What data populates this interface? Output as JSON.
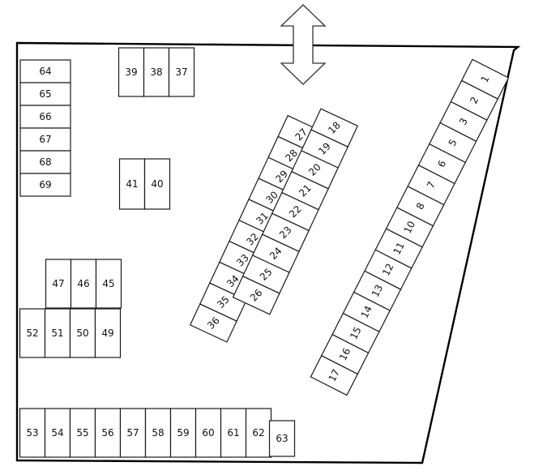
{
  "stalls": {
    "s1": "1",
    "s2": "2",
    "s3": "3",
    "s5": "5",
    "s6": "6",
    "s7": "7",
    "s8": "8",
    "s10": "10",
    "s11": "11",
    "s12": "12",
    "s13": "13",
    "s14": "14",
    "s15": "15",
    "s16": "16",
    "s17": "17",
    "s18": "18",
    "s19": "19",
    "s20": "20",
    "s21": "21",
    "s22": "22",
    "s23": "23",
    "s24": "24",
    "s25": "25",
    "s26": "26",
    "s27": "27",
    "s28": "28",
    "s29": "29",
    "s30": "30",
    "s31": "31",
    "s32": "32",
    "s33": "33",
    "s34": "34",
    "s35": "35",
    "s36": "36",
    "s37": "37",
    "s38": "38",
    "s39": "39",
    "s40": "40",
    "s41": "41",
    "s45": "45",
    "s46": "46",
    "s47": "47",
    "s49": "49",
    "s50": "50",
    "s51": "51",
    "s52": "52",
    "s53": "53",
    "s54": "54",
    "s55": "55",
    "s56": "56",
    "s57": "57",
    "s58": "58",
    "s59": "59",
    "s60": "60",
    "s61": "61",
    "s62": "62",
    "s63": "63",
    "s64": "64",
    "s65": "65",
    "s66": "66",
    "s67": "67",
    "s68": "68",
    "s69": "69"
  },
  "entrance_arrow": "double-vertical-arrow-icon"
}
